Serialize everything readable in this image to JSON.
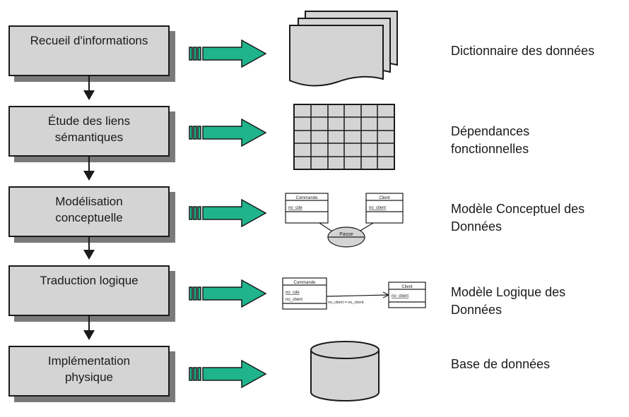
{
  "colors": {
    "arrow": "#1fb48c",
    "box": "#d4d4d4",
    "shadow": "#7a7a7a",
    "line": "#1a1a1a"
  },
  "steps": [
    {
      "label": "Recueil d'informations",
      "output": "Dictionnaire des données",
      "icon": "stacked-documents-icon"
    },
    {
      "label": "Étude des liens\nsémantiques",
      "output": "Dépendances\nfonctionnelles",
      "icon": "grid-table-icon"
    },
    {
      "label": "Modélisation\nconceptuelle",
      "output": "Modèle Conceptuel des\nDonnées",
      "icon": "conceptual-model-icon"
    },
    {
      "label": "Traduction logique",
      "output": "Modèle Logique des\nDonnées",
      "icon": "logical-model-icon"
    },
    {
      "label": "Implémentation\nphysique",
      "output": "Base de données",
      "icon": "database-cylinder-icon"
    }
  ],
  "mcd": {
    "entity1_name": "Commande",
    "entity1_key": "no_cde",
    "entity2_name": "Client",
    "entity2_key": "no_client",
    "relation": "Passe"
  },
  "mld": {
    "table1_name": "Commande",
    "table1_fields": [
      "no_cde",
      "no_client"
    ],
    "table2_name": "Client",
    "table2_fields": [
      "no_client"
    ],
    "link": "no_client = no_client"
  }
}
